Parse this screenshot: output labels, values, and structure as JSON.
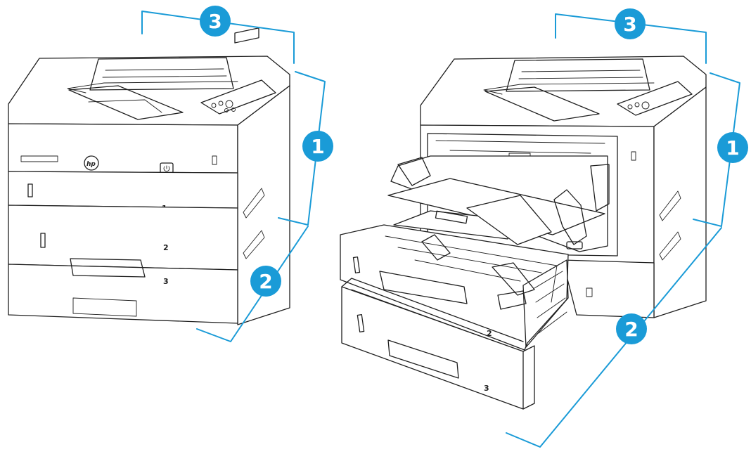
{
  "colors": {
    "dimension_line": "#1a9bd7",
    "callout_fill": "#1a9bd7",
    "callout_text": "#ffffff",
    "line_art": "#1f1f1f"
  },
  "printer_left": {
    "logo": "hp",
    "power_icon": "power-icon",
    "tray_numbers": [
      "1",
      "2",
      "3"
    ],
    "callouts": {
      "height": "1",
      "depth": "2",
      "width": "3"
    }
  },
  "printer_right": {
    "tray_numbers": [
      "2",
      "3"
    ],
    "callouts": {
      "height": "1",
      "depth": "2",
      "width": "3"
    }
  }
}
